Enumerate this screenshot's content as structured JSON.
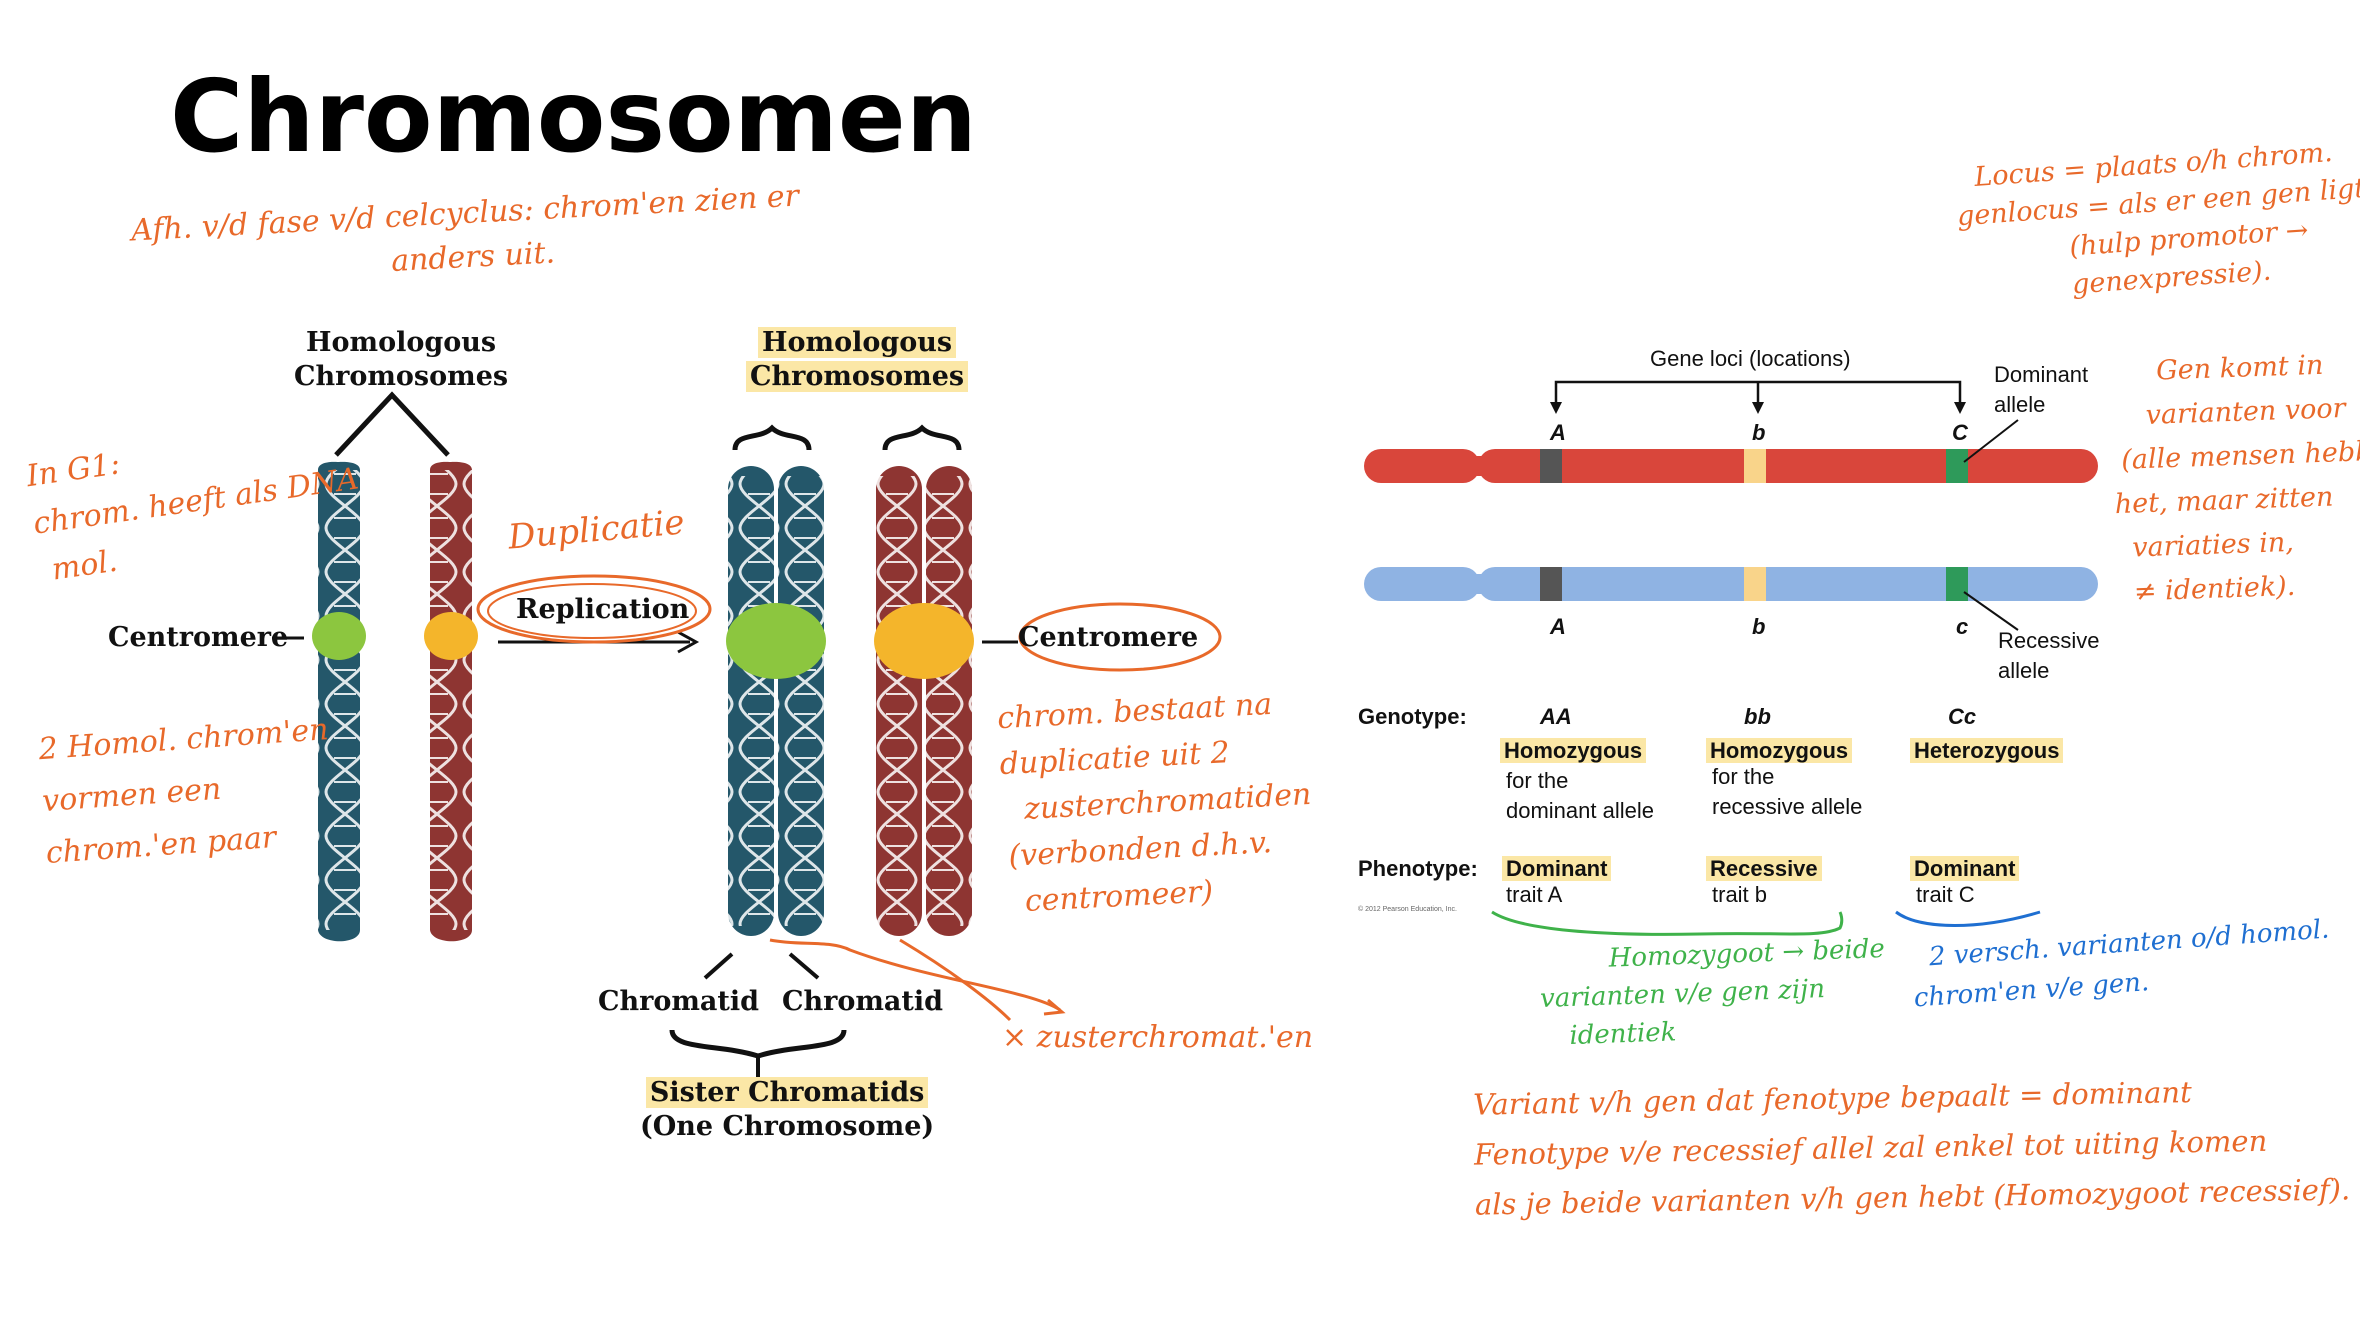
{
  "slide": {
    "title": "Chromosomen"
  },
  "notes": {
    "top_left": [
      "Afh. v/d fase v/d celcyclus: chrom'en zien er",
      "anders uit."
    ],
    "top_right": [
      "Locus = plaats o/h chrom.",
      "genlocus = als er een gen ligt",
      "(hulp promotor →",
      "genexpressie)."
    ],
    "in_g1": [
      "In G1:",
      "chrom. heeft als DNA",
      "mol."
    ],
    "duplication": "Duplicatie",
    "homol_pair": [
      "2 Homol. chrom'en",
      "vormen een",
      "chrom.'en paar"
    ],
    "chrom_consists": [
      "chrom. bestaat na",
      "duplicatie uit 2",
      "zusterchromatiden",
      "(verbonden d.h.v.",
      "centromeer)"
    ],
    "sister_x": "× zusterchromat.'en",
    "gene_variants": [
      "Gen komt in",
      "varianten voor",
      "(alle mensen hebben",
      "het, maar zitten",
      "variaties in,",
      "≠ identiek)."
    ],
    "homozygote": [
      "Homozygoot → beide",
      "varianten v/e gen zijn",
      "identiek"
    ],
    "hetero": [
      "2 versch. varianten o/d homol.",
      "chrom'en v/e gen."
    ],
    "bottom": [
      "Variant v/h gen dat fenotype bepaalt = dominant",
      "Fenotype v/e recessief allel zal enkel tot uiting komen",
      "als je beide varianten v/h gen hebt (Homozygoot recessief)."
    ]
  },
  "left_diagram": {
    "homologous_left": [
      "Homologous",
      "Chromosomes"
    ],
    "homologous_right": [
      "Homologous",
      "Chromosomes"
    ],
    "centromere_left": "Centromere",
    "centromere_right": "Centromere",
    "replication": "Replication",
    "chromatid_1": "Chromatid",
    "chromatid_2": "Chromatid",
    "sister": "Sister Chromatids",
    "one_chromosome": "(One Chromosome)"
  },
  "right_diagram": {
    "gene_loci": "Gene loci (locations)",
    "dominant_allele": [
      "Dominant",
      "allele"
    ],
    "recessive_allele": [
      "Recessive",
      "allele"
    ],
    "top_alleles": [
      "A",
      "b",
      "C"
    ],
    "bottom_alleles": [
      "A",
      "b",
      "c"
    ],
    "genotype_label": "Genotype:",
    "phenotype_label": "Phenotype:",
    "columns": [
      {
        "genotype": "AA",
        "zyg": "Homozygous",
        "zyg_desc": [
          "for the",
          "dominant allele"
        ],
        "pheno": "Dominant",
        "trait": "trait A"
      },
      {
        "genotype": "bb",
        "zyg": "Homozygous",
        "zyg_desc": [
          "for the",
          "recessive allele"
        ],
        "pheno": "Recessive",
        "trait": "trait b"
      },
      {
        "genotype": "Cc",
        "zyg": "Heterozygous",
        "zyg_desc": [],
        "pheno": "Dominant",
        "trait": "trait C"
      }
    ],
    "copyright": "© 2012 Pearson Education, Inc."
  },
  "colors": {
    "teal": "#24576a",
    "red": "#8e3532",
    "green": "#8cc63f",
    "yellow": "#f4b52b",
    "orange_ink": "#e8692a",
    "green_ink": "#3fb24a",
    "blue_ink": "#1f6fd1",
    "chrom_red": "#d9463b",
    "chrom_blue": "#8fb3e3",
    "highlight": "#fbe7a6"
  }
}
